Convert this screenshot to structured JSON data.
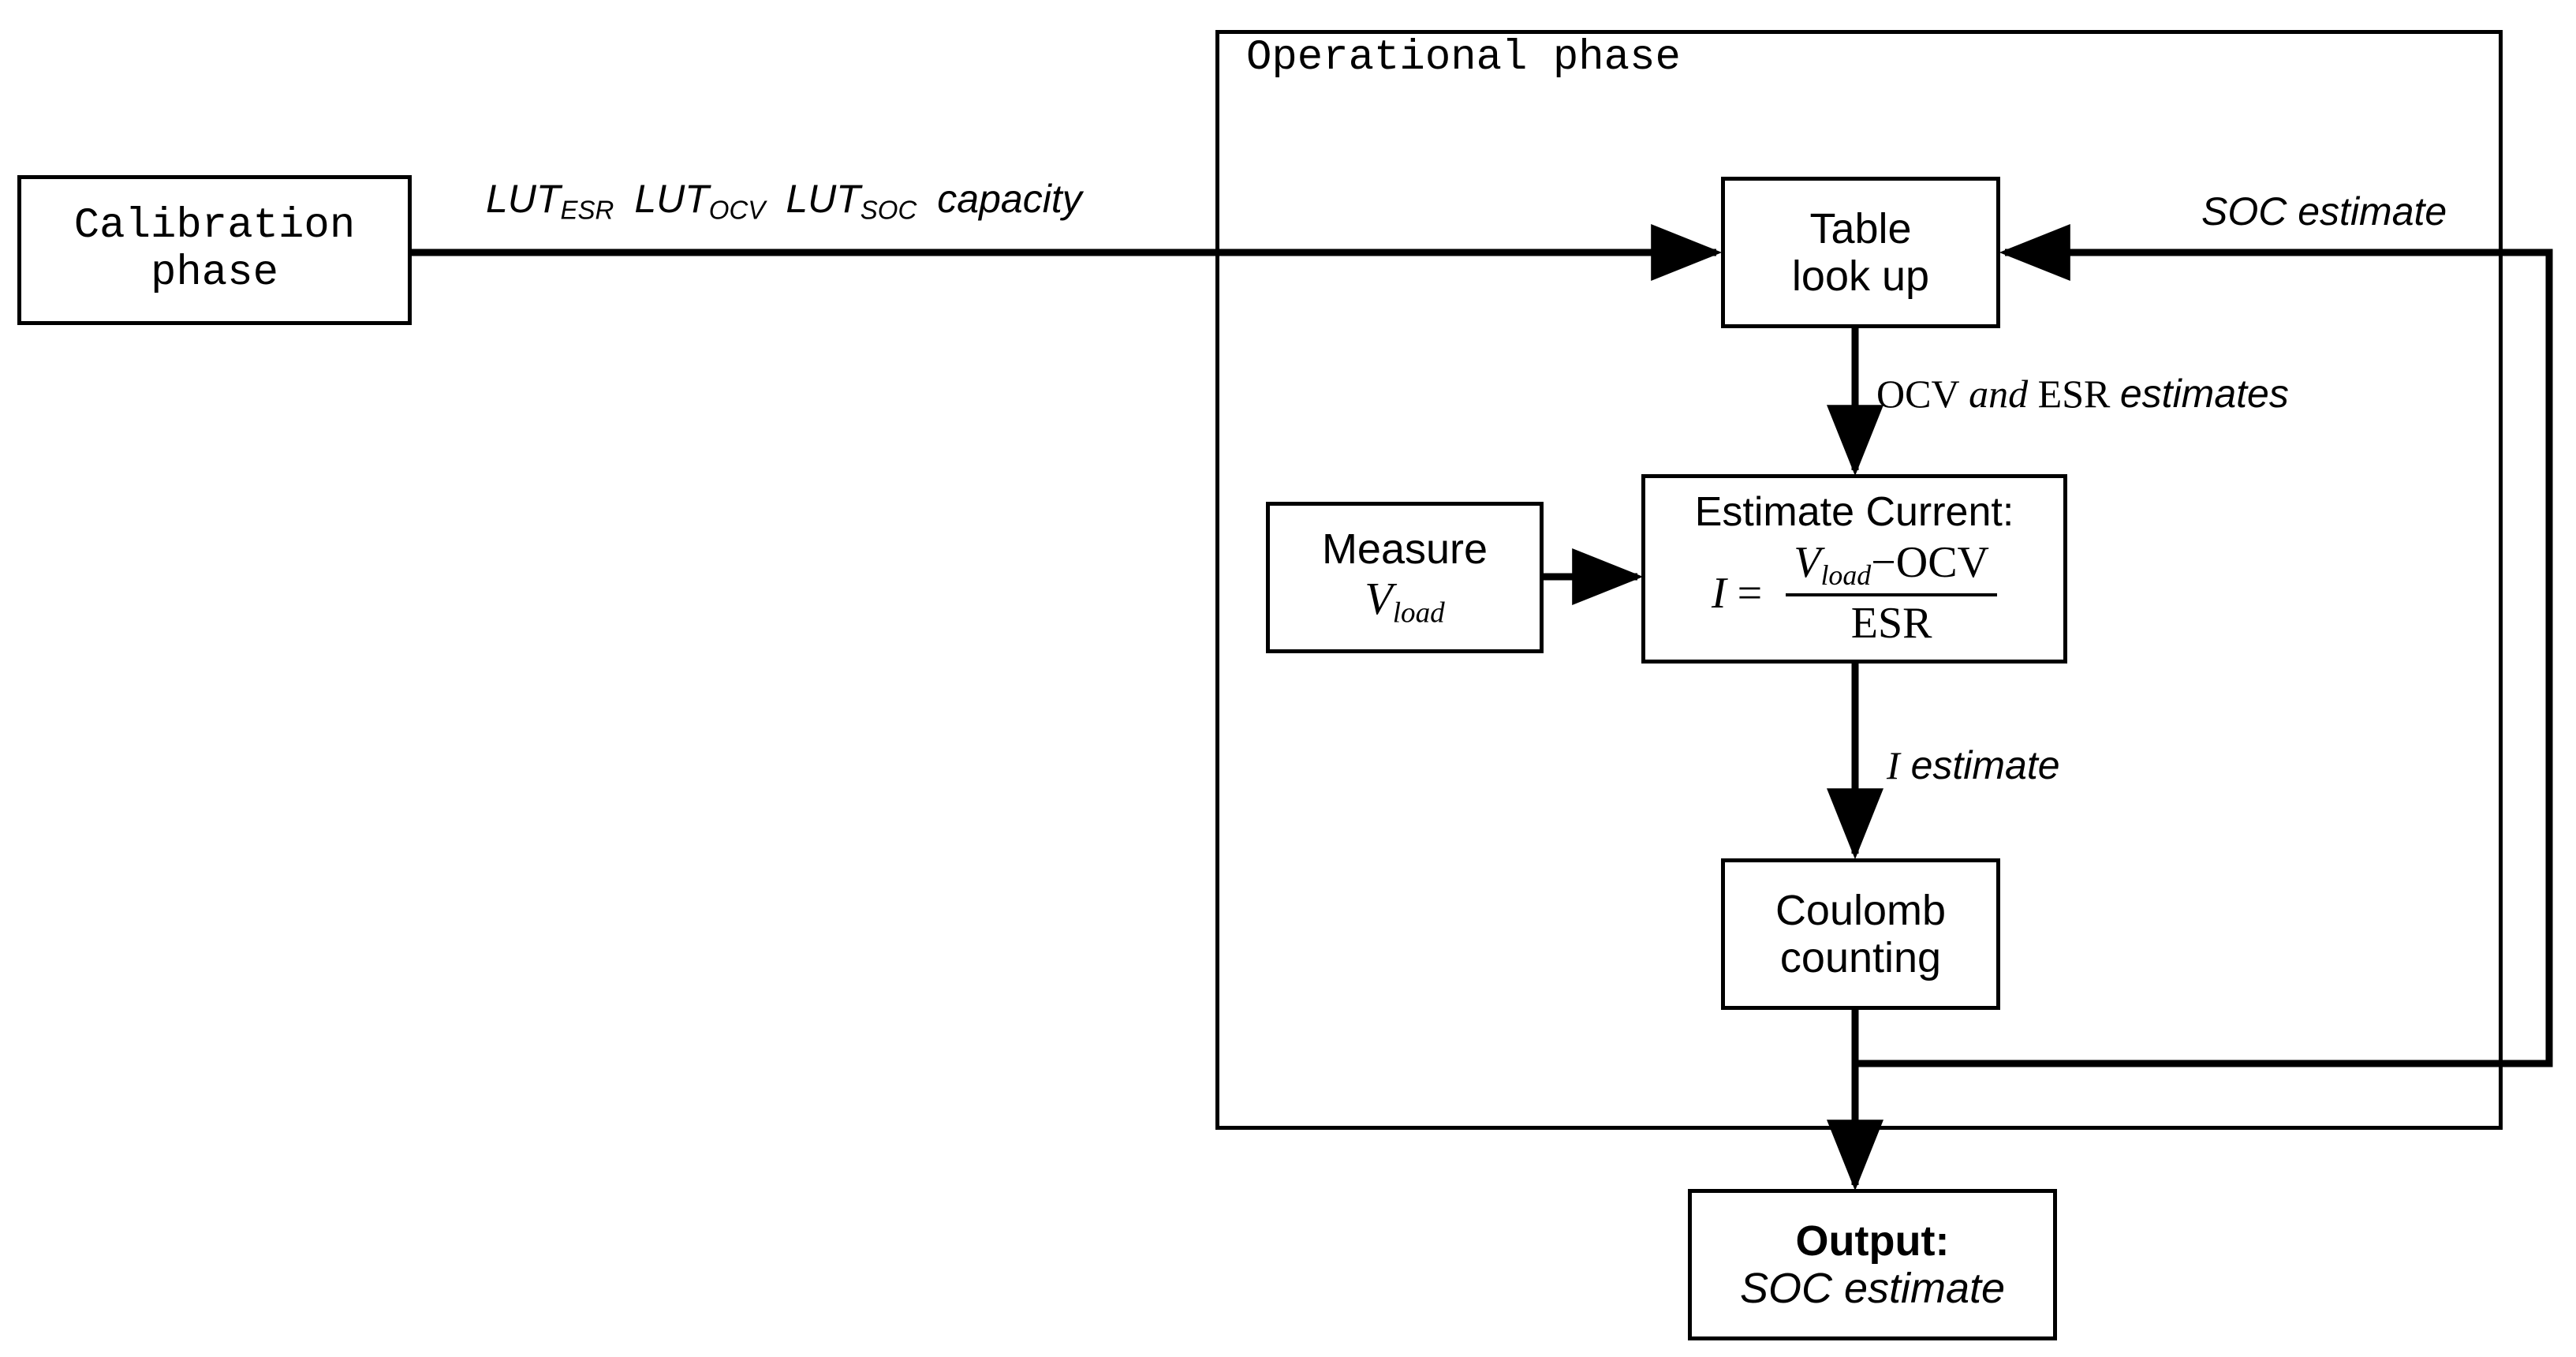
{
  "diagram": {
    "title_container": "Operational phase",
    "boxes": {
      "calibration": {
        "line1": "Calibration",
        "line2": "phase"
      },
      "table_lookup": {
        "line1": "Table",
        "line2": "look up"
      },
      "measure": {
        "line1": "Measure",
        "var": "V",
        "var_sub": "load"
      },
      "estimate_current": {
        "heading": "Estimate Current:",
        "lhs": "I",
        "eq": "=",
        "numerator_var": "V",
        "numerator_sub": "load",
        "numerator_minus": "−OCV",
        "denominator": "ESR"
      },
      "coulomb": {
        "line1": "Coulomb",
        "line2": "counting"
      },
      "output": {
        "line1": "Output:",
        "line2": "SOC estimate"
      }
    },
    "edge_labels": {
      "calibration_to_lookup": {
        "lut1": "LUT",
        "lut1_sub": "ESR",
        "lut2": "LUT",
        "lut2_sub": "OCV",
        "lut3": "LUT",
        "lut3_sub": "SOC",
        "capacity": "capacity"
      },
      "lookup_to_estimate": {
        "part1": "OCV",
        "part2": "and",
        "part3": "ESR",
        "part4": "estimates"
      },
      "estimate_to_coulomb": {
        "symbol": "I",
        "word": "estimate"
      },
      "feedback_to_lookup": "SOC estimate"
    },
    "colors": {
      "stroke": "#000000",
      "background": "#ffffff"
    }
  }
}
